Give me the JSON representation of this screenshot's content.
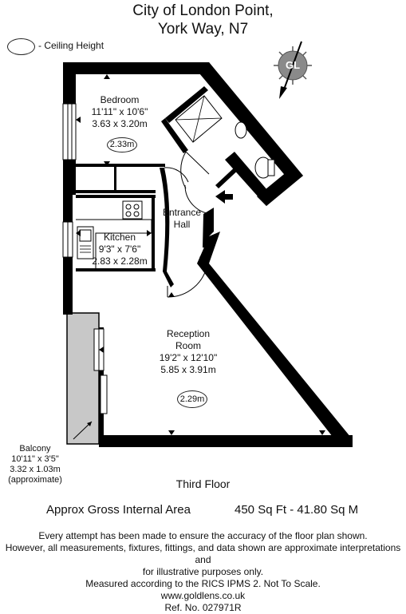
{
  "title": {
    "line1": "City of London Point,",
    "line2": "York Way, N7"
  },
  "legend": {
    "label": "- Ceiling Height"
  },
  "compass": {
    "label": "GL"
  },
  "rooms": {
    "bedroom": {
      "name": "Bedroom",
      "imperial": "11'11\" x 10'6\"",
      "metric": "3.63 x 3.20m",
      "ceiling": "2.33m"
    },
    "entrance": {
      "line1": "Entrance",
      "line2": "Hall"
    },
    "kitchen": {
      "name": "Kitchen",
      "imperial": "9'3\" x 7'6\"",
      "metric": "2.83 x 2.28m"
    },
    "reception": {
      "line1": "Reception",
      "line2": "Room",
      "imperial": "19'2\" x 12'10\"",
      "metric": "5.85 x 3.91m",
      "ceiling": "2.29m"
    },
    "balcony": {
      "name": "Balcony",
      "imperial": "10'11\" x 3'5\"",
      "metric": "3.32 x 1.03m",
      "note": "(approximate)"
    }
  },
  "floor": "Third Floor",
  "area": {
    "label": "Approx Gross Internal Area",
    "value": "450 Sq Ft - 41.80 Sq M"
  },
  "disclaimer": {
    "line1": "Every attempt has been made to ensure the accuracy of the floor plan shown.",
    "line2": "However, all measurements, fixtures, fittings, and data shown are approximate interpretations and",
    "line3": "for illustrative purposes only.",
    "line4": "Measured according to the RICS IPMS 2. Not To Scale.",
    "line5": "www.goldlens.co.uk",
    "line6": "Ref. No. 027971R"
  },
  "colors": {
    "wall": "#000000",
    "balcony_fill": "#c8c8c8",
    "compass_fill": "#8a8a8a"
  }
}
